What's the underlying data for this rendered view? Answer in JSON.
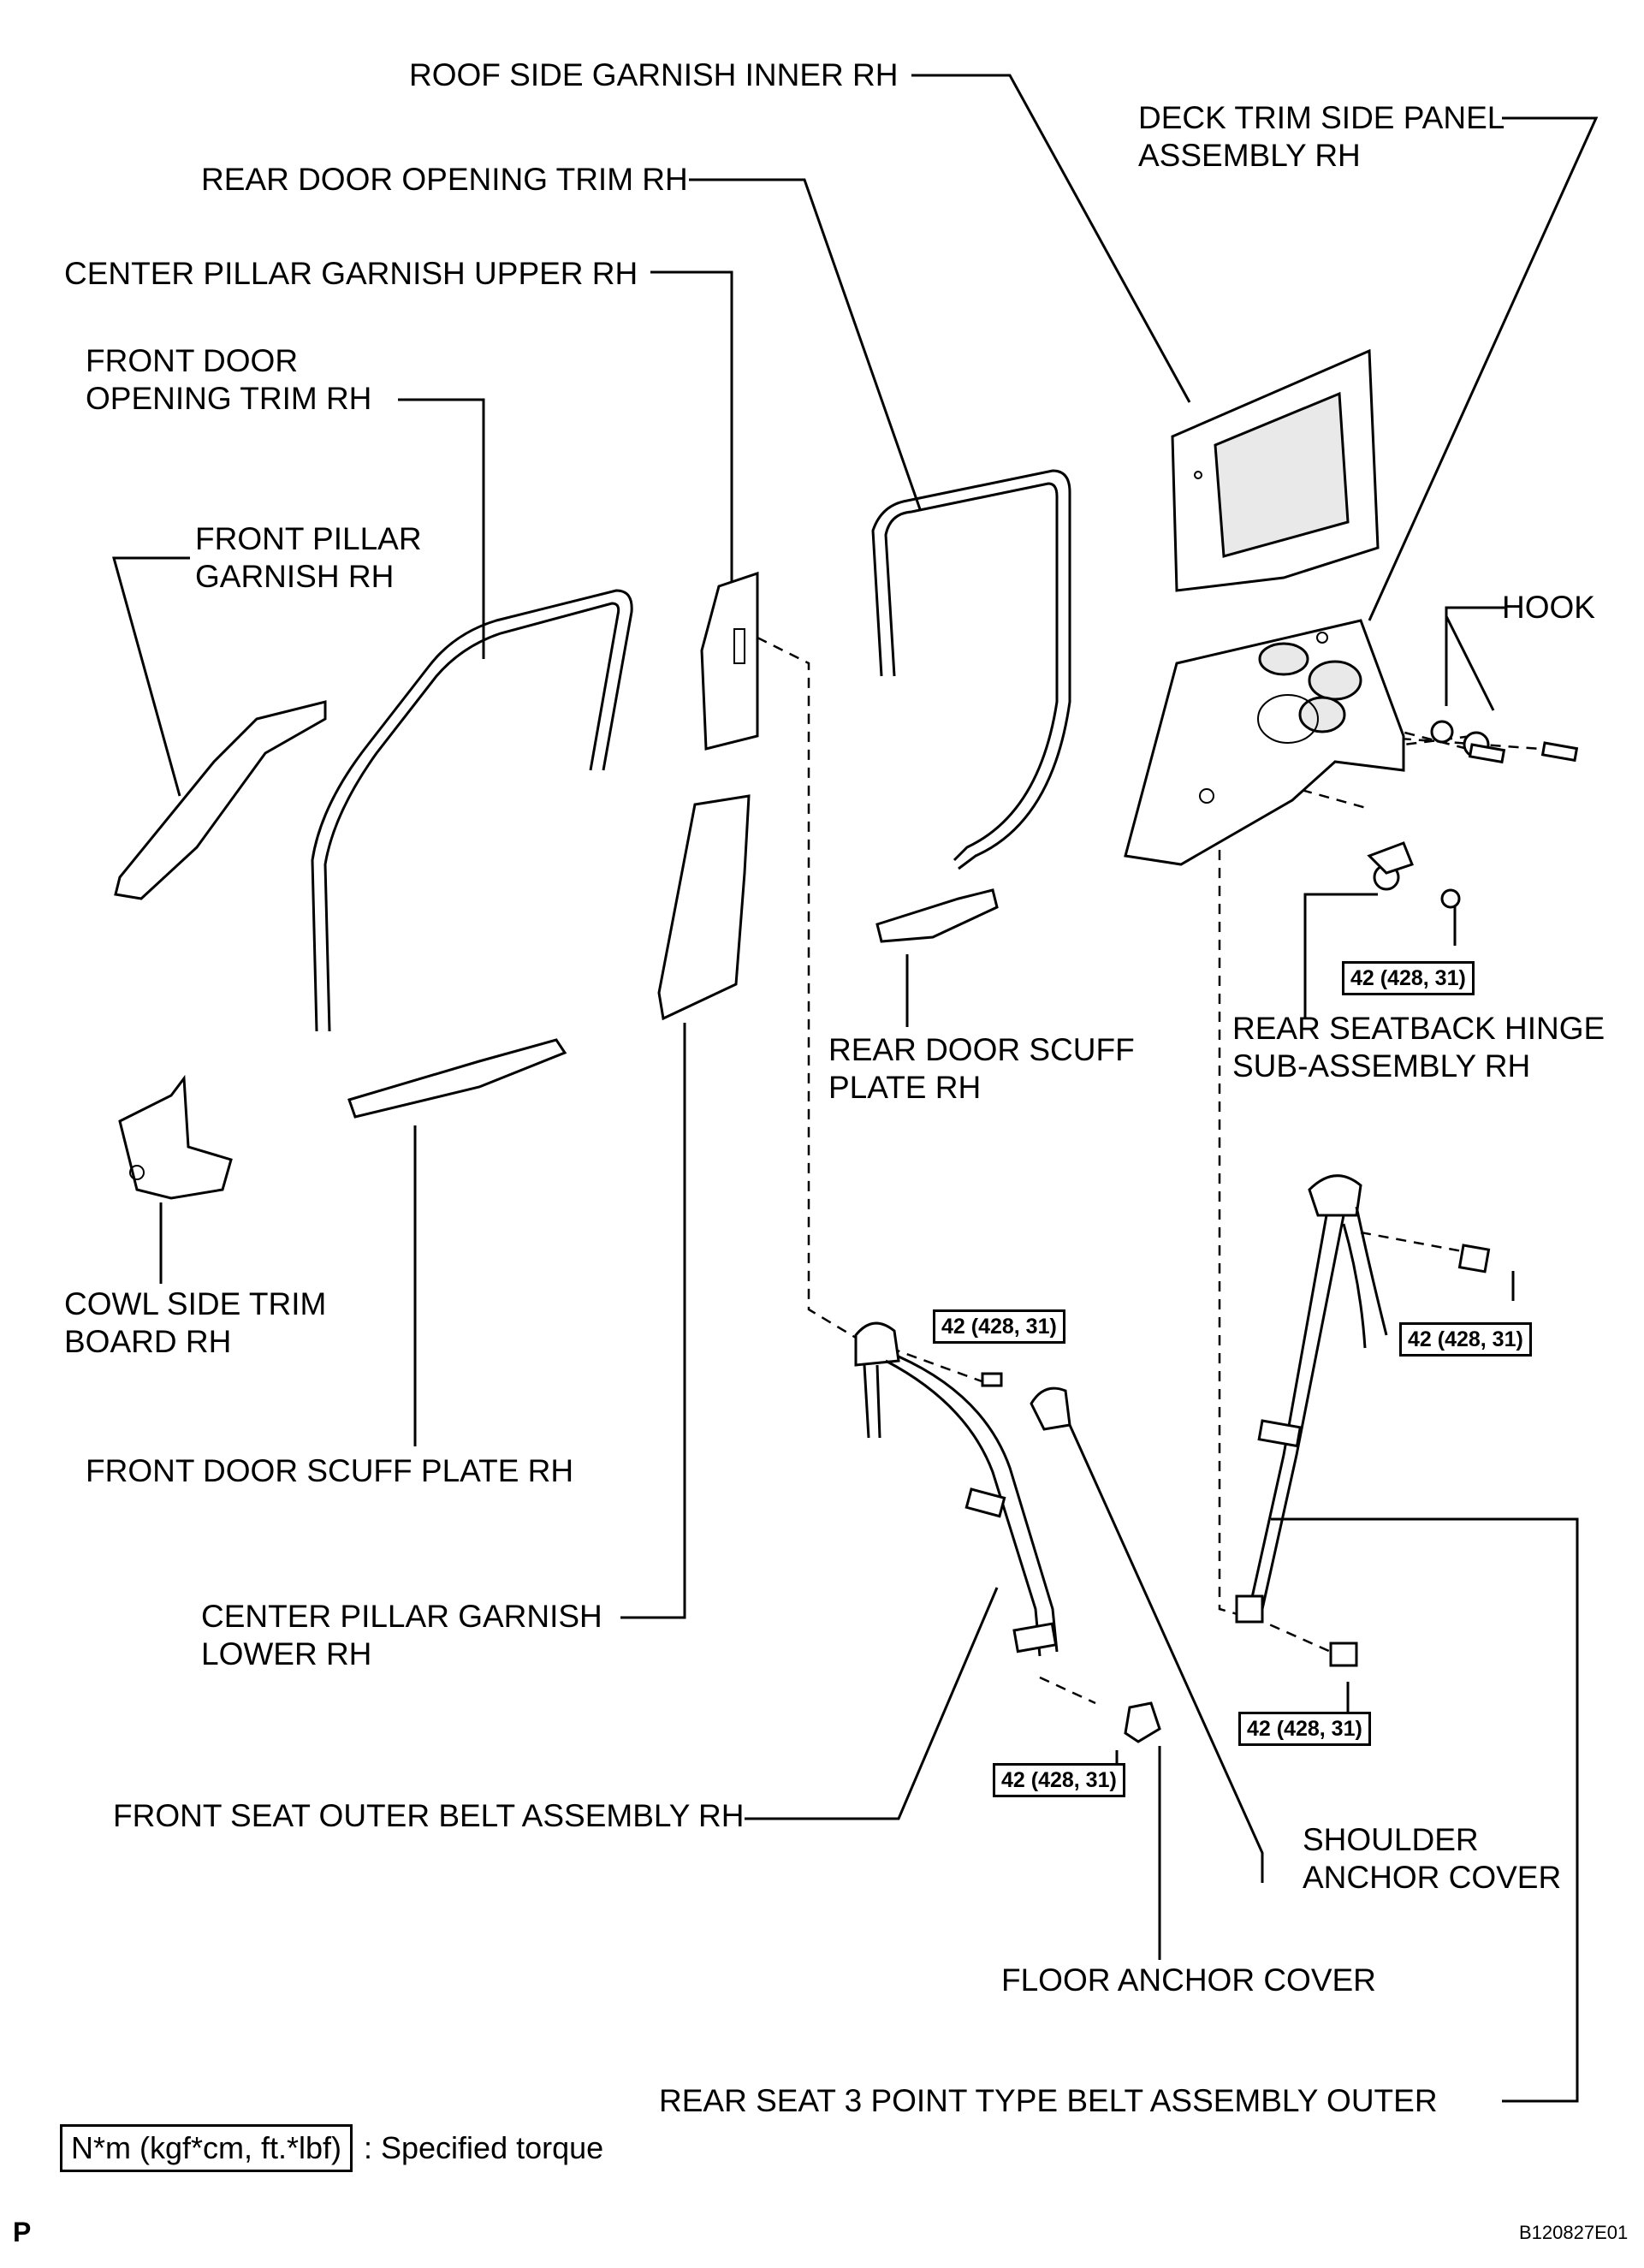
{
  "labels": {
    "roof_side_garnish": "ROOF SIDE GARNISH INNER RH",
    "deck_trim": "DECK TRIM SIDE PANEL\nASSEMBLY RH",
    "rear_door_opening_trim": "REAR DOOR OPENING TRIM RH",
    "center_pillar_upper": "CENTER PILLAR GARNISH UPPER RH",
    "front_door_opening_trim": "FRONT DOOR\nOPENING TRIM RH",
    "front_pillar_garnish": "FRONT PILLAR\nGARNISH RH",
    "hook": "HOOK",
    "rear_door_scuff": "REAR DOOR SCUFF\nPLATE RH",
    "rear_seatback_hinge": "REAR SEATBACK HINGE\nSUB-ASSEMBLY RH",
    "cowl_side_trim": "COWL SIDE TRIM\nBOARD RH",
    "front_door_scuff": "FRONT DOOR SCUFF PLATE RH",
    "center_pillar_lower": "CENTER PILLAR GARNISH\nLOWER RH",
    "front_seat_outer_belt": "FRONT SEAT OUTER BELT ASSEMBLY RH",
    "shoulder_anchor_cover": "SHOULDER\nANCHOR COVER",
    "floor_anchor_cover": "FLOOR ANCHOR COVER",
    "rear_seat_belt": "REAR SEAT 3 POINT TYPE BELT ASSEMBLY OUTER"
  },
  "torque_spec": "42 (428, 31)",
  "legend": {
    "box": "N*m (kgf*cm, ft.*lbf)",
    "text": ": Specified torque"
  },
  "footer": {
    "page_mark": "P",
    "figure_id": "B120827E01"
  }
}
